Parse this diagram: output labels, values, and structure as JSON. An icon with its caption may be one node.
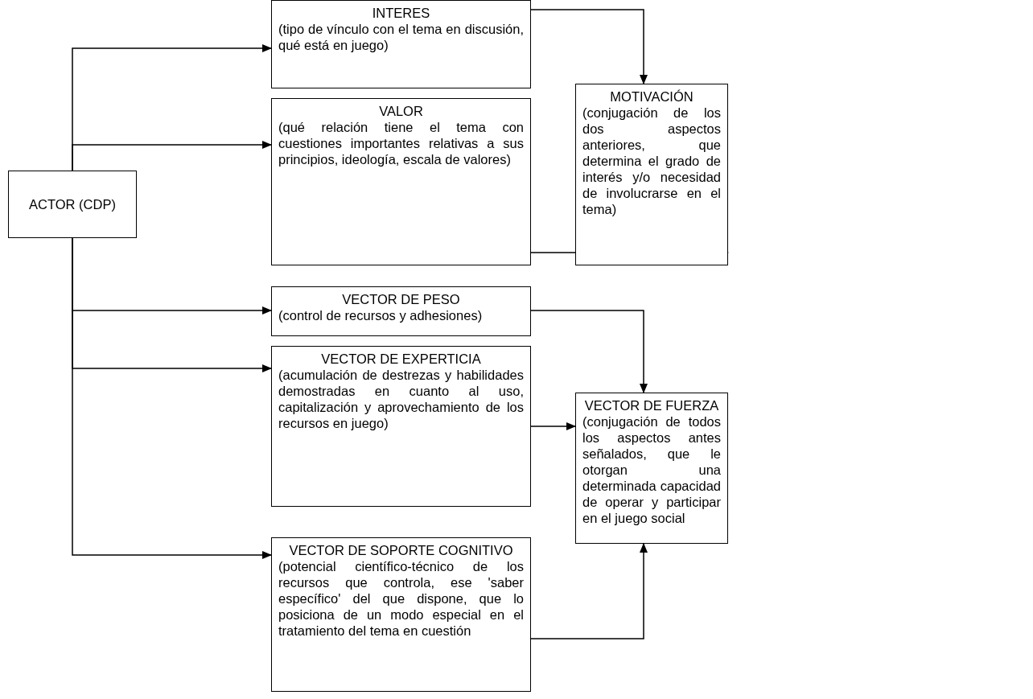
{
  "diagram": {
    "nodes": [
      {
        "text": [
          "ACTOR (CDP)"
        ]
      },
      {
        "text": [
          "INTERES",
          "(tipo de vínculo con el tema en discusión, qué está en juego)"
        ]
      },
      {
        "text": [
          "VALOR",
          "(qué relación tiene el tema con cuestiones importantes relativas a sus principios, ideología, escala de valores)"
        ]
      },
      {
        "text": [
          "MOTIVACIÓN",
          "(conjugación de los dos aspectos anteriores, que determina el grado de interés y/o necesidad de involucrarse en el tema)"
        ]
      },
      {
        "text": [
          "VECTOR DE PESO",
          "(control de recursos y adhesiones)"
        ]
      },
      {
        "text": [
          "VECTOR DE EXPERTICIA",
          "(acumulación de destrezas y habilidades demostradas en cuanto al uso, capitalización y aprovechamiento de los recursos en juego)"
        ]
      },
      {
        "text": [
          "VECTOR DE SOPORTE COGNITIVO",
          "(potencial científico-técnico de los recursos que controla, ese 'saber específico' del que dispone, que lo posiciona de un modo especial en el tratamiento del tema en cuestión"
        ]
      },
      {
        "text": [
          "VECTOR DE FUERZA",
          "(conjugación de todos los aspectos antes señalados, que le otorgan una determinada capacidad de operar y participar en el juego social"
        ]
      }
    ],
    "edges": [
      {
        "from": 0,
        "to": 1,
        "arrow": "to"
      },
      {
        "from": 0,
        "to": 2,
        "arrow": "to"
      },
      {
        "from": 0,
        "to": 4,
        "arrow": "to"
      },
      {
        "from": 0,
        "to": 5,
        "arrow": "to"
      },
      {
        "from": 0,
        "to": 6,
        "arrow": "to"
      },
      {
        "from": 1,
        "to": 3,
        "arrow": "to"
      },
      {
        "from": 2,
        "to": 3,
        "arrow": "to"
      },
      {
        "from": 4,
        "to": 7,
        "arrow": "to"
      },
      {
        "from": 5,
        "to": 7,
        "arrow": "to"
      },
      {
        "from": 6,
        "to": 7,
        "arrow": "to"
      }
    ]
  }
}
